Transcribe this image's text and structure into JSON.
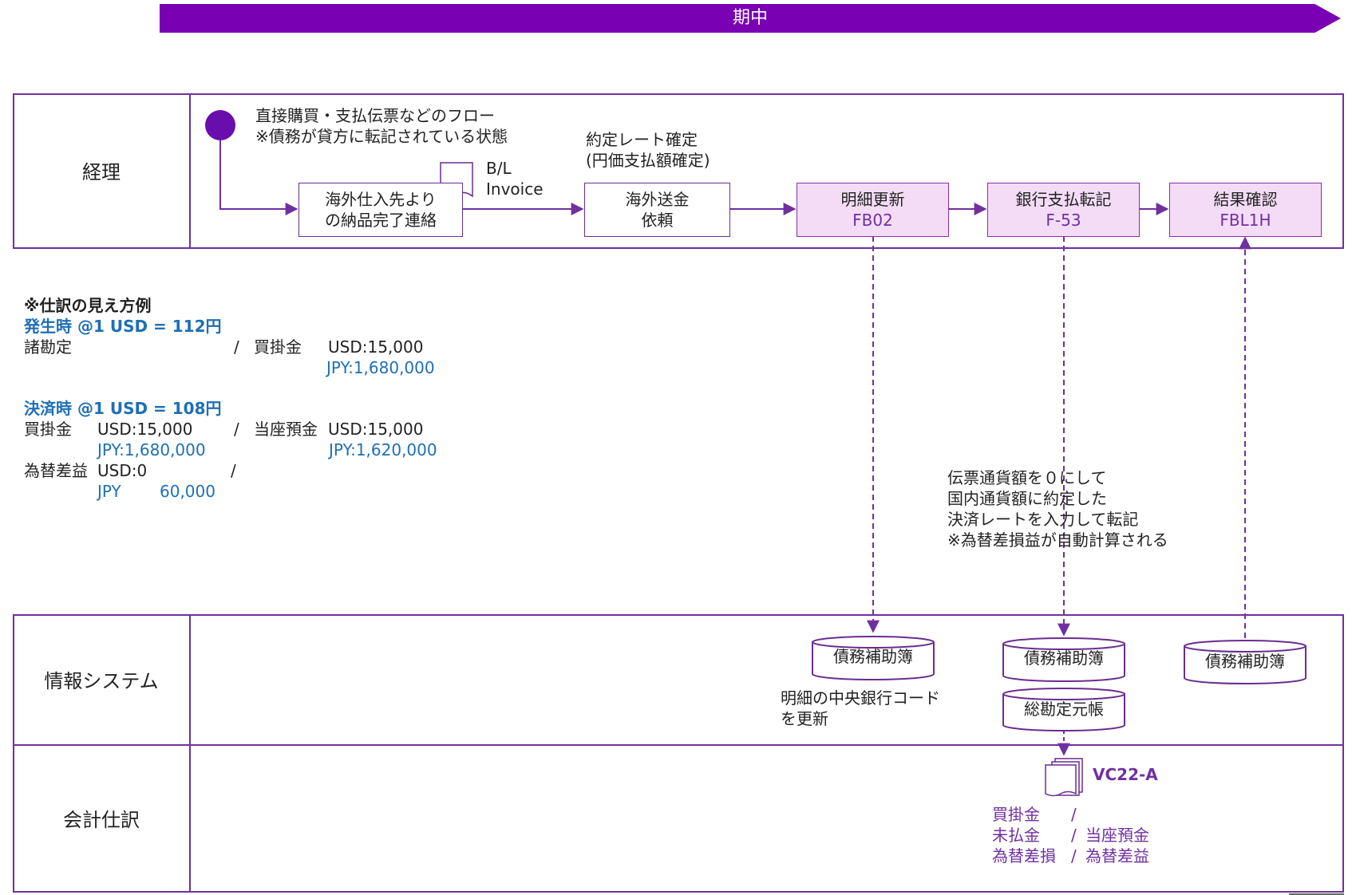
{
  "banner": {
    "label": "期中"
  },
  "lanes": {
    "accounting": "経理",
    "info_system": "情報システム",
    "journal": "会計仕訳"
  },
  "flow": {
    "start_note_line1": "直接購買・支払伝票などのフロー",
    "start_note_line2": "※債務が貸方に転記されている状態",
    "box1_line1": "海外仕入先より",
    "box1_line2": "の納品完了連絡",
    "doc_line1": "B/L",
    "doc_line2": "Invoice",
    "rate_note_line1": "約定レート確定",
    "rate_note_line2": "(円価支払額確定)",
    "box2_line1": "海外送金",
    "box2_line2": "依頼",
    "box3_line1": "明細更新",
    "box3_code": "FB02",
    "box4_line1": "銀行支払転記",
    "box4_code": "F-53",
    "box5_line1": "結果確認",
    "box5_code": "FBL1H"
  },
  "example": {
    "title": "※仕訳の見え方例",
    "occur_heading": "発生時 @1 USD = 112円",
    "occur_debit": "諸勘定",
    "slash": "/",
    "occur_credit_account": "買掛金",
    "occur_credit_usd": "USD:15,000",
    "occur_credit_jpy": "JPY:1,680,000",
    "settle_heading": "決済時 @1 USD = 108円",
    "settle_debit_account": "買掛金",
    "settle_debit_usd": "USD:15,000",
    "settle_debit_jpy": "JPY:1,680,000",
    "settle_credit_account": "当座預金",
    "settle_credit_usd": "USD:15,000",
    "settle_credit_jpy": "JPY:1,620,000",
    "fx_account": "為替差益",
    "fx_usd": "USD:0",
    "fx_jpy_label": "JPY",
    "fx_jpy_value": "60,000"
  },
  "f53_note": {
    "line1": "伝票通貨額を０にして",
    "line2": "国内通貨額に約定した",
    "line3": "決済レートを入力して転記",
    "line4": "※為替差損益が自動計算される"
  },
  "system": {
    "db1": "債務補助簿",
    "db1_note_line1": "明細の中央銀行コード",
    "db1_note_line2": "を更新",
    "db2": "債務補助簿",
    "db3": "総勘定元帳",
    "db4": "債務補助簿"
  },
  "journal_out": {
    "report": "VC22-A",
    "row1_debit": "買掛金",
    "row1_slash": "/",
    "row2_debit": "未払金",
    "row2_slash": "/",
    "row2_credit": "当座預金",
    "row3_debit": "為替差損",
    "row3_slash": "/",
    "row3_credit": "為替差益"
  },
  "colors": {
    "banner": "#7a00b4",
    "lane_border": "#7030a0",
    "highlight_box": "#f4dcf7",
    "blue_text": "#1f6fb5",
    "purple_text": "#7030a0"
  }
}
